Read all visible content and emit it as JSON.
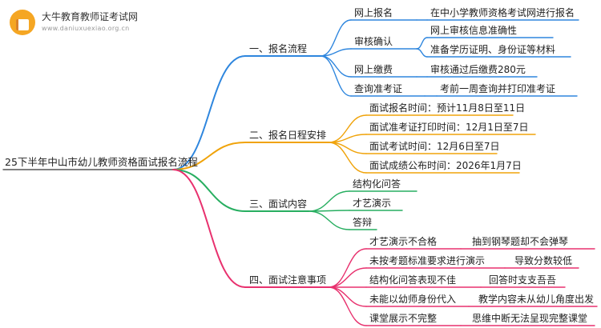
{
  "logo": {
    "title": "大牛教育教师证考试网",
    "subtitle": "www.daniuxuexiao.org.cn"
  },
  "root": "25下半年中山市幼儿教师资格面试报名流程",
  "colors": {
    "branch1": "#2e86de",
    "branch2": "#f0a30a",
    "branch3": "#27ae60",
    "branch4": "#e8316e"
  },
  "branches": [
    {
      "label": "一、报名流程",
      "items": [
        {
          "label": "网上报名",
          "details": [
            "在中小学教师资格考试网进行报名"
          ]
        },
        {
          "label": "审核确认",
          "details": [
            "网上审核信息准确性",
            "准备学历证明、身份证等材料"
          ]
        },
        {
          "label": "网上缴费",
          "details": [
            "审核通过后缴费280元"
          ]
        },
        {
          "label": "查询准考证",
          "details": [
            "考前一周查询并打印准考证"
          ]
        }
      ]
    },
    {
      "label": "二、报名日程安排",
      "items": [
        {
          "label": "面试报名时间：预计11月8日至11日"
        },
        {
          "label": "面试准考证打印时间：12月1日至7日"
        },
        {
          "label": "面试考试时间：12月6日至7日"
        },
        {
          "label": "面试成绩公布时间：2026年1月7日"
        }
      ]
    },
    {
      "label": "三、面试内容",
      "items": [
        {
          "label": "结构化问答"
        },
        {
          "label": "才艺演示"
        },
        {
          "label": "答辩"
        }
      ]
    },
    {
      "label": "四、面试注意事项",
      "items": [
        {
          "label": "才艺演示不合格",
          "details": [
            "抽到钢琴题却不会弹琴"
          ]
        },
        {
          "label": "未按考题标准要求进行演示",
          "details": [
            "导致分数较低"
          ]
        },
        {
          "label": "结构化问答表现不佳",
          "details": [
            "回答时支支吾吾"
          ]
        },
        {
          "label": "未能以幼师身份代入",
          "details": [
            "教学内容未从幼儿角度出发"
          ]
        },
        {
          "label": "课堂展示不完整",
          "details": [
            "思维中断无法呈现完整课堂"
          ]
        }
      ]
    }
  ]
}
